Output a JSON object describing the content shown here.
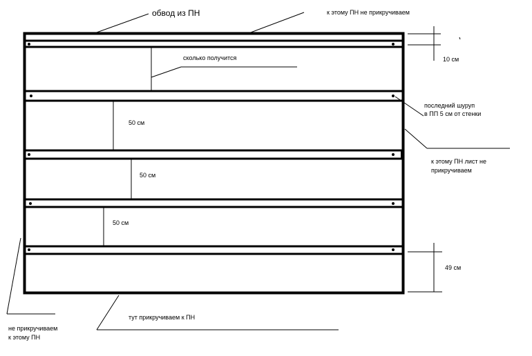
{
  "labels": {
    "outline": "обвод из ПН",
    "top_right": "к этому ПН не прикручиваем",
    "how_much": "сколько получится",
    "dim_10": "10 см",
    "last_screw_1": "последний шуруп",
    "last_screw_2": "в ПП 5 см от стенки",
    "sheet_1": "к этому ПН лист не",
    "sheet_2": "прикручиваем",
    "dim_50_a": "50 см",
    "dim_50_b": "50 см",
    "dim_50_c": "50 см",
    "dim_49": "49 см",
    "bottom_here": "тут прикручиваем к ПН",
    "left_1": "не прикручиваем",
    "left_2": "к этому ПН"
  },
  "colors": {
    "line": "#000000",
    "background": "#ffffff"
  }
}
